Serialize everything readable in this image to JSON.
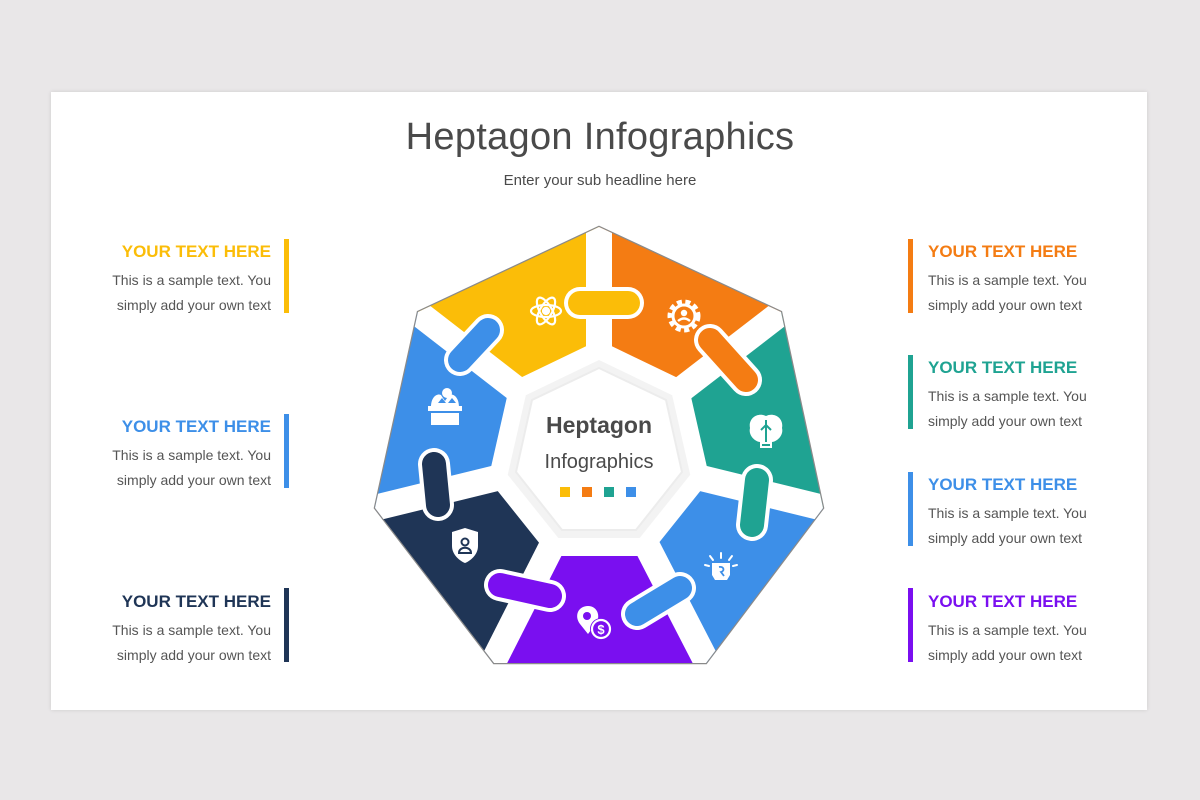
{
  "header": {
    "title": "Heptagon Infographics",
    "subtitle": "Enter your sub headline here"
  },
  "center": {
    "title": "Heptagon",
    "subtitle": "Infographics",
    "dot_colors": [
      "#fbbd08",
      "#f47c13",
      "#1fa392",
      "#3d8fe8"
    ]
  },
  "items_left": [
    {
      "heading": "YOUR TEXT HERE",
      "line1": "This is a sample text. You",
      "line2": "simply add your own text",
      "color": "#fbbd08"
    },
    {
      "heading": "YOUR TEXT HERE",
      "line1": "This is a sample text. You",
      "line2": "simply add your own text",
      "color": "#3d8fe8"
    },
    {
      "heading": "YOUR TEXT HERE",
      "line1": "This is a sample text. You",
      "line2": "simply add your own text",
      "color": "#1f3556"
    }
  ],
  "items_right": [
    {
      "heading": "YOUR TEXT HERE",
      "line1": "This is a sample text. You",
      "line2": "simply add your own text",
      "color": "#f47c13"
    },
    {
      "heading": "YOUR TEXT HERE",
      "line1": "This is a sample text. You",
      "line2": "simply add your own text",
      "color": "#1fa392"
    },
    {
      "heading": "YOUR TEXT HERE",
      "line1": "This is a sample text. You",
      "line2": "simply add your own text",
      "color": "#3d8fe8"
    },
    {
      "heading": "YOUR TEXT HERE",
      "line1": "This is a sample text. You",
      "line2": "simply add your own text",
      "color": "#7a0ff0"
    }
  ],
  "segments": [
    {
      "name": "yellow",
      "color": "#fbbd08",
      "icon": "atom-icon"
    },
    {
      "name": "orange",
      "color": "#f47c13",
      "icon": "gear-user-icon"
    },
    {
      "name": "teal",
      "color": "#1fa392",
      "icon": "brain-icon"
    },
    {
      "name": "blue-right",
      "color": "#3d8fe8",
      "icon": "fist-idea-icon"
    },
    {
      "name": "purple",
      "color": "#7a0ff0",
      "icon": "location-dollar-icon"
    },
    {
      "name": "navy",
      "color": "#1f3556",
      "icon": "shield-user-icon"
    },
    {
      "name": "blue-left",
      "color": "#3d8fe8",
      "icon": "podium-speaker-icon"
    }
  ]
}
